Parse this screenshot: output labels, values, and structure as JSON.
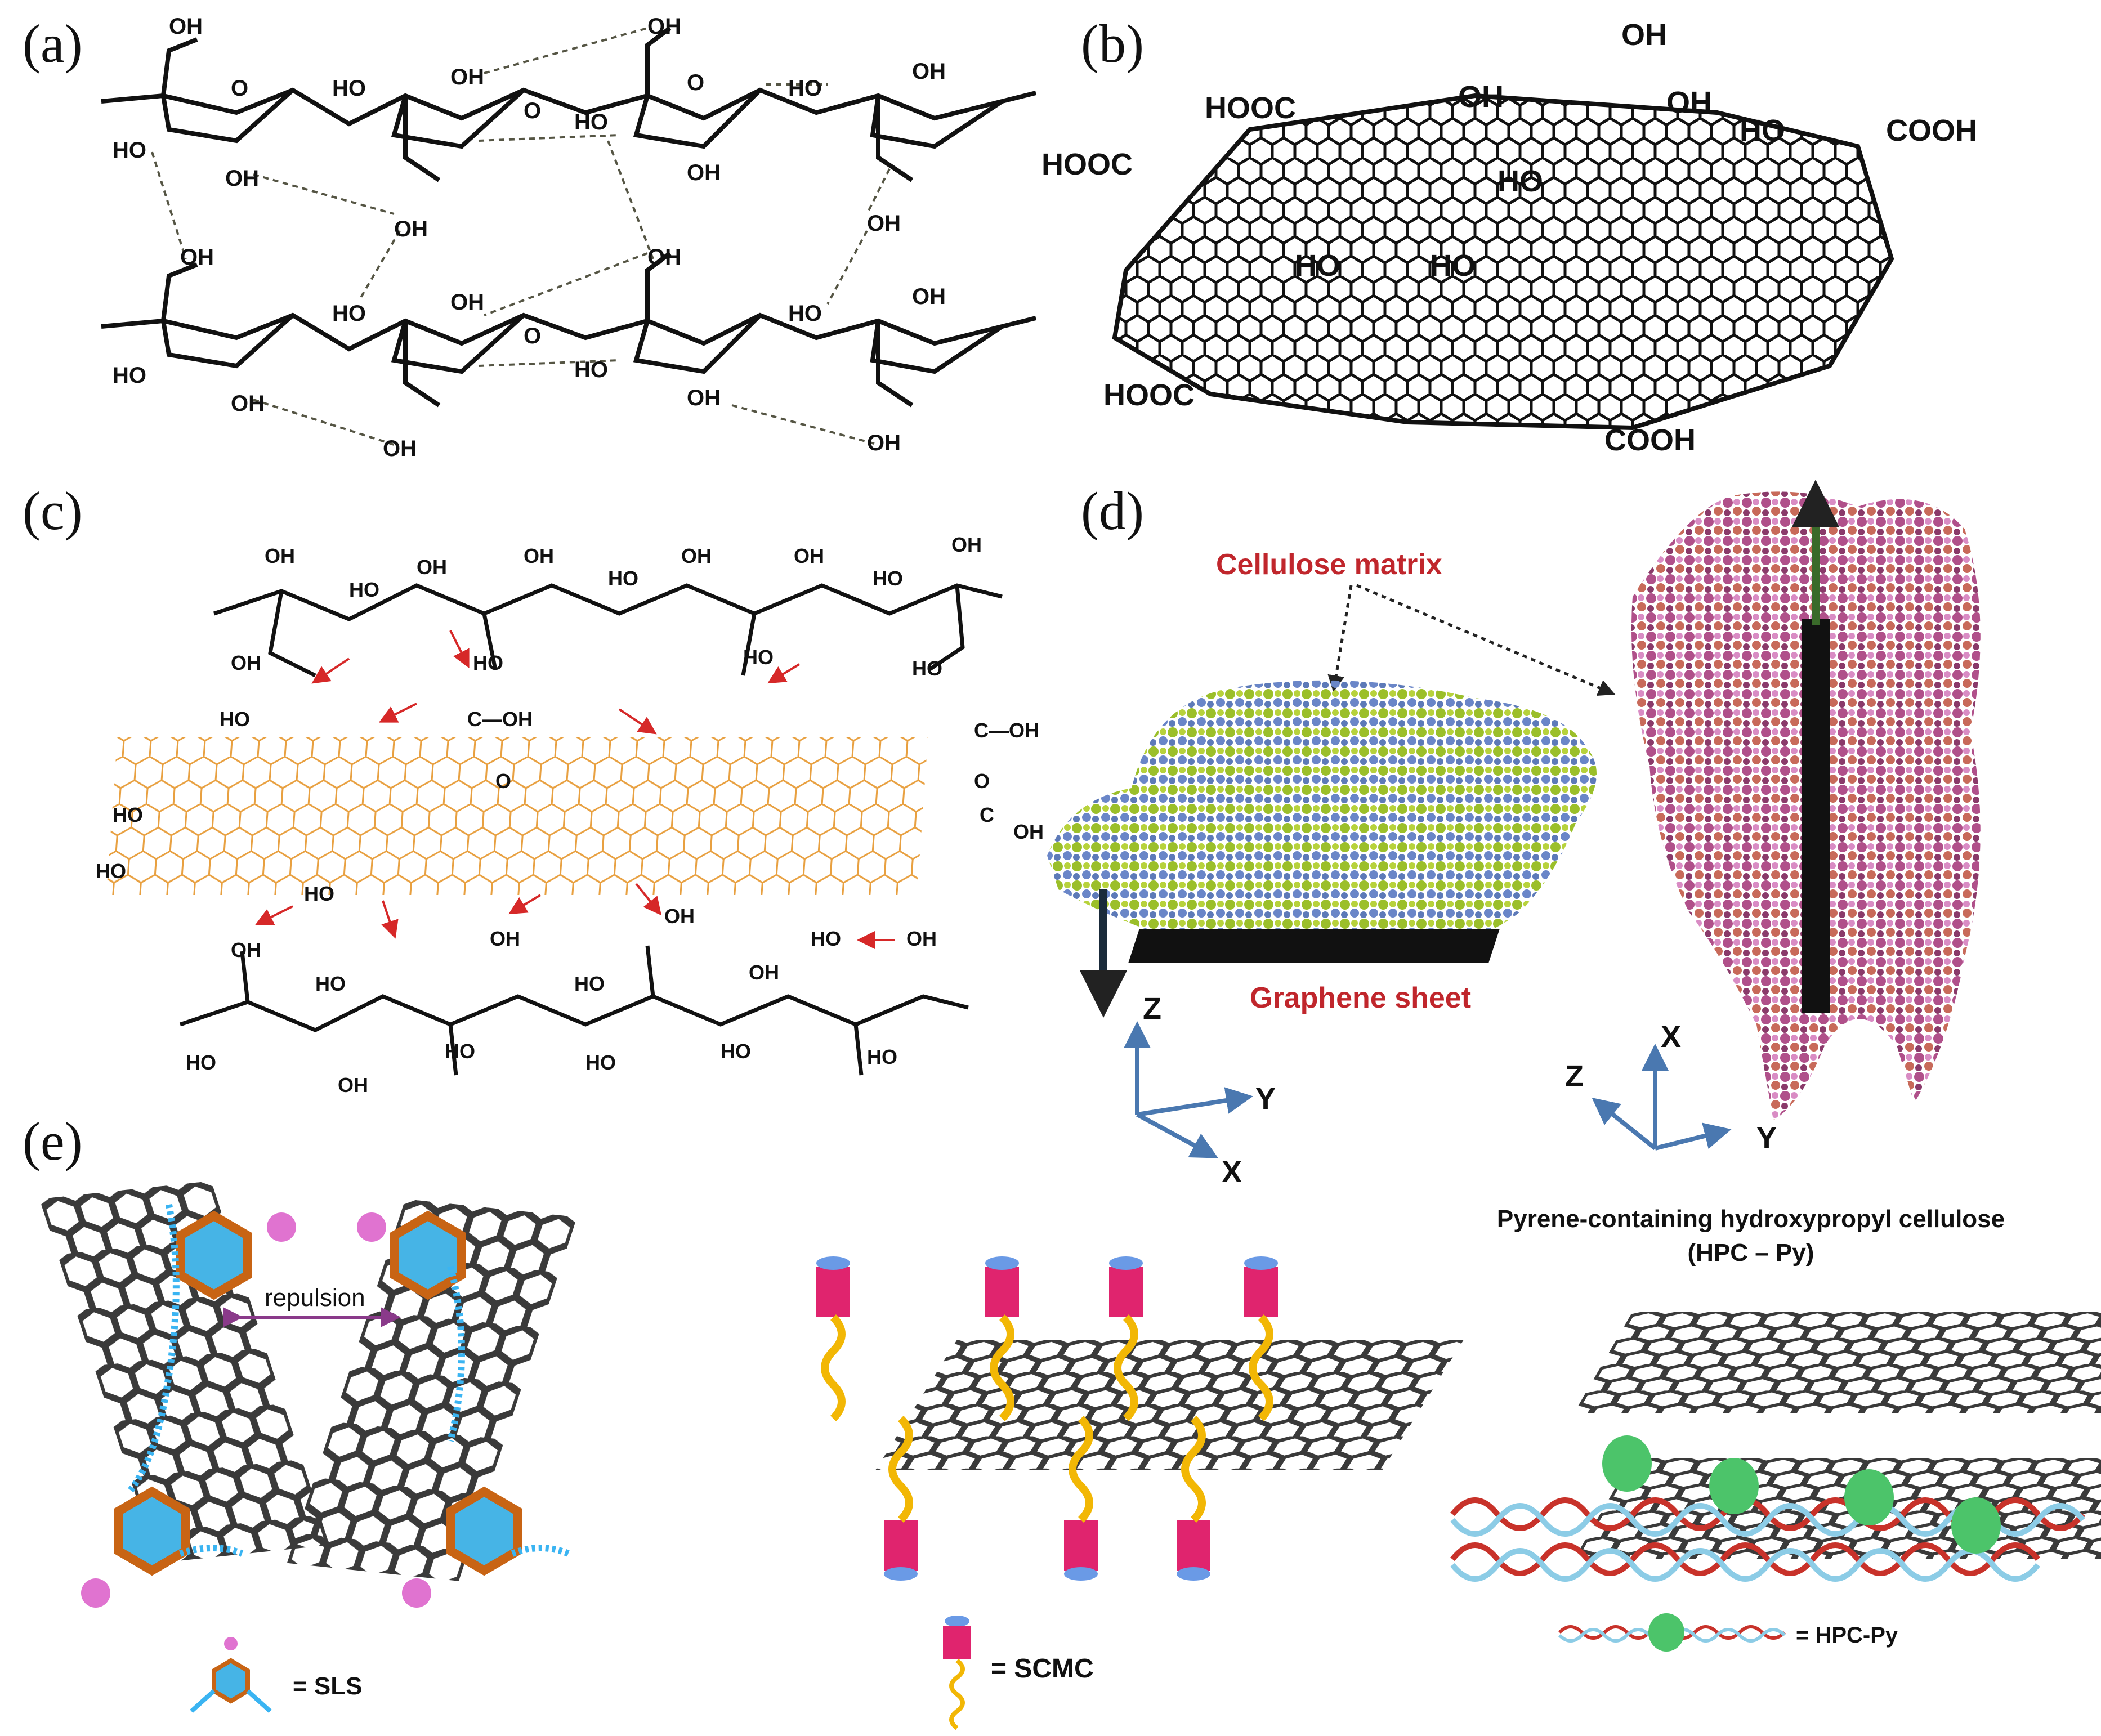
{
  "panels": {
    "a": {
      "label": "(a)"
    },
    "b": {
      "label": "(b)"
    },
    "c": {
      "label": "(c)"
    },
    "d": {
      "label": "(d)"
    },
    "e": {
      "label": "(e)"
    }
  },
  "chem": {
    "oh": "OH",
    "ho": "HO",
    "o": "O",
    "c": "C",
    "hooc": "HOOC",
    "cooh": "COOH",
    "c_oh": "C—OH"
  },
  "panel_d": {
    "cellulose_matrix": "Cellulose matrix",
    "graphene_sheet": "Graphene sheet",
    "axis_z": "Z",
    "axis_y": "Y",
    "axis_x": "X"
  },
  "panel_e": {
    "repulsion": "repulsion",
    "sls_legend": "= SLS",
    "scmc_legend": "= SCMC",
    "hpc_title_1": "Pyrene-containing hydroxypropyl cellulose",
    "hpc_title_2": "(HPC – Py)",
    "hpc_legend": "= HPC-Py"
  },
  "colors": {
    "graphene": "#3a3a3a",
    "graphene_orange": "#e8a040",
    "cellulose_green": "#9bbf2a",
    "cellulose_blue": "#6a86c8",
    "cellulose_pink": "#b0508a",
    "arrow_red": "#d62828",
    "axis_blue": "#4a78b0",
    "helix_yellow": "#f2b705",
    "scmc_pink": "#e0246e",
    "sls_orange": "#c86414",
    "sls_blue": "#46b4e6",
    "pyrene_green": "#4cc46a",
    "hpc_red": "#c8322a",
    "hpc_blue": "#8ccce6"
  }
}
